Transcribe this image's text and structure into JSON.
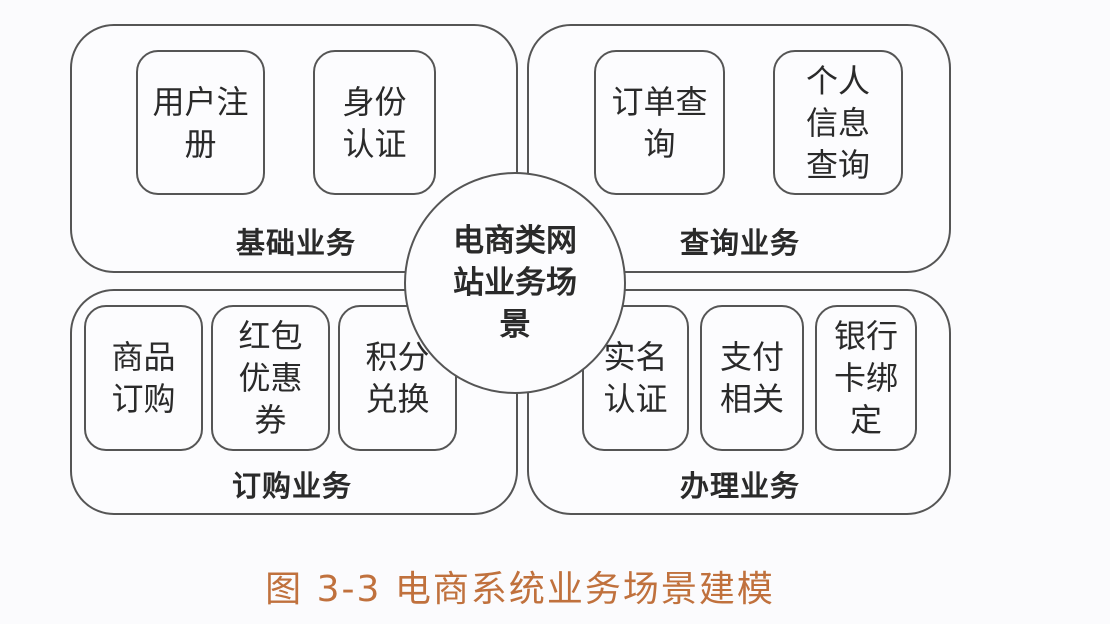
{
  "center": "电商类网站业务场景",
  "groups": {
    "basic": {
      "label": "基础业务",
      "items": [
        "用户注册",
        "身份认证"
      ]
    },
    "query": {
      "label": "查询业务",
      "items": [
        "订单查询",
        "个人信息查询"
      ]
    },
    "order": {
      "label": "订购业务",
      "items": [
        "商品订购",
        "红包优惠券",
        "积分兑换"
      ]
    },
    "handle": {
      "label": "办理业务",
      "items": [
        "实名认证",
        "支付相关",
        "银行卡绑定"
      ]
    }
  },
  "caption": "图 3-3  电商系统业务场景建模",
  "colors": {
    "line": "#555555",
    "caption": "#c0713d"
  }
}
